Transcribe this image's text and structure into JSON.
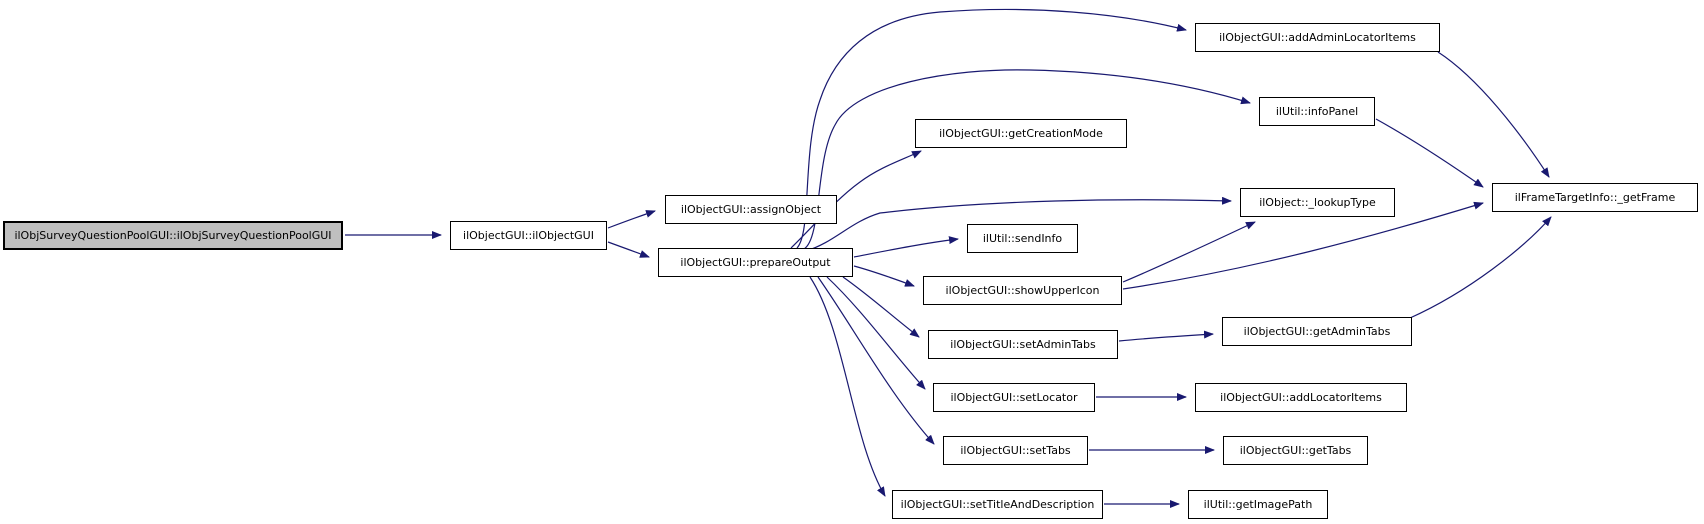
{
  "diagram": {
    "type": "call-graph",
    "background_color": "#ffffff",
    "edge_color": "#191970",
    "node_fill_color": "#ffffff",
    "node_border_color": "#000000",
    "root_node_fill_color": "#bfbfbf",
    "text_color": "#000000"
  },
  "nodes": [
    {
      "id": "root",
      "label": "ilObjSurveyQuestionPoolGUI::ilObjSurveyQuestionPoolGUI",
      "highlighted": true
    },
    {
      "id": "ilObjectGUI",
      "label": "ilObjectGUI::ilObjectGUI"
    },
    {
      "id": "assignObject",
      "label": "ilObjectGUI::assignObject"
    },
    {
      "id": "prepareOutput",
      "label": "ilObjectGUI::prepareOutput"
    },
    {
      "id": "getCreationMode",
      "label": "ilObjectGUI::getCreationMode"
    },
    {
      "id": "sendInfo",
      "label": "ilUtil::sendInfo"
    },
    {
      "id": "showUpperIcon",
      "label": "ilObjectGUI::showUpperIcon"
    },
    {
      "id": "setAdminTabs",
      "label": "ilObjectGUI::setAdminTabs"
    },
    {
      "id": "setLocator",
      "label": "ilObjectGUI::setLocator"
    },
    {
      "id": "setTabs",
      "label": "ilObjectGUI::setTabs"
    },
    {
      "id": "setTitleAndDescription",
      "label": "ilObjectGUI::setTitleAndDescription"
    },
    {
      "id": "addAdminLocatorItems",
      "label": "ilObjectGUI::addAdminLocatorItems"
    },
    {
      "id": "infoPanel",
      "label": "ilUtil::infoPanel"
    },
    {
      "id": "lookupType",
      "label": "ilObject::_lookupType"
    },
    {
      "id": "getAdminTabs",
      "label": "ilObjectGUI::getAdminTabs"
    },
    {
      "id": "addLocatorItems",
      "label": "ilObjectGUI::addLocatorItems"
    },
    {
      "id": "getTabs",
      "label": "ilObjectGUI::getTabs"
    },
    {
      "id": "getImagePath",
      "label": "ilUtil::getImagePath"
    },
    {
      "id": "getFrame",
      "label": "ilFrameTargetInfo::_getFrame"
    }
  ],
  "edges": [
    {
      "from": "root",
      "to": "ilObjectGUI"
    },
    {
      "from": "ilObjectGUI",
      "to": "assignObject"
    },
    {
      "from": "ilObjectGUI",
      "to": "prepareOutput"
    },
    {
      "from": "prepareOutput",
      "to": "addAdminLocatorItems"
    },
    {
      "from": "prepareOutput",
      "to": "infoPanel"
    },
    {
      "from": "prepareOutput",
      "to": "getCreationMode"
    },
    {
      "from": "prepareOutput",
      "to": "lookupType"
    },
    {
      "from": "prepareOutput",
      "to": "sendInfo"
    },
    {
      "from": "prepareOutput",
      "to": "showUpperIcon"
    },
    {
      "from": "prepareOutput",
      "to": "setAdminTabs"
    },
    {
      "from": "prepareOutput",
      "to": "setLocator"
    },
    {
      "from": "prepareOutput",
      "to": "setTabs"
    },
    {
      "from": "prepareOutput",
      "to": "setTitleAndDescription"
    },
    {
      "from": "addAdminLocatorItems",
      "to": "getFrame"
    },
    {
      "from": "infoPanel",
      "to": "getFrame"
    },
    {
      "from": "showUpperIcon",
      "to": "lookupType"
    },
    {
      "from": "showUpperIcon",
      "to": "getFrame"
    },
    {
      "from": "setAdminTabs",
      "to": "getAdminTabs"
    },
    {
      "from": "getAdminTabs",
      "to": "getFrame"
    },
    {
      "from": "setLocator",
      "to": "addLocatorItems"
    },
    {
      "from": "setTabs",
      "to": "getTabs"
    },
    {
      "from": "setTitleAndDescription",
      "to": "getImagePath"
    }
  ]
}
